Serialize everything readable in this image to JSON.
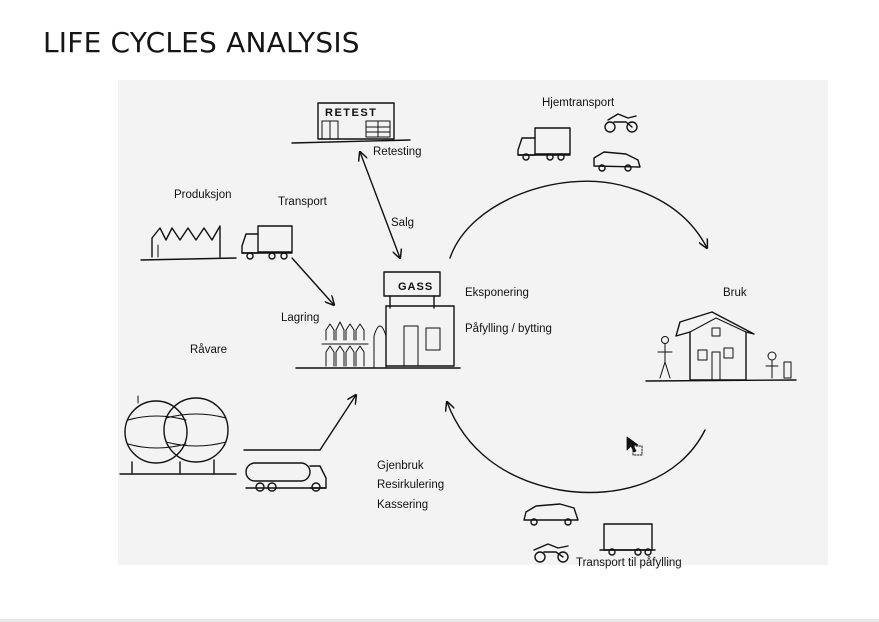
{
  "title": "LIFE CYCLES ANALYSIS",
  "icons": {
    "retest_sign": "RETEST",
    "gas_sign": "GASS"
  },
  "labels": {
    "retesting": "Retesting",
    "hjemtransport": "Hjemtransport",
    "produksjon": "Produksjon",
    "transport": "Transport",
    "salg": "Salg",
    "eksponering": "Eksponering",
    "bruk": "Bruk",
    "lagring": "Lagring",
    "pafylling": "Påfylling / bytting",
    "ravare": "Råvare",
    "gjenbruk": "Gjenbruk",
    "resirkulering": "Resirkulering",
    "kassering": "Kassering",
    "transport_pafylling": "Transport til påfylling"
  }
}
